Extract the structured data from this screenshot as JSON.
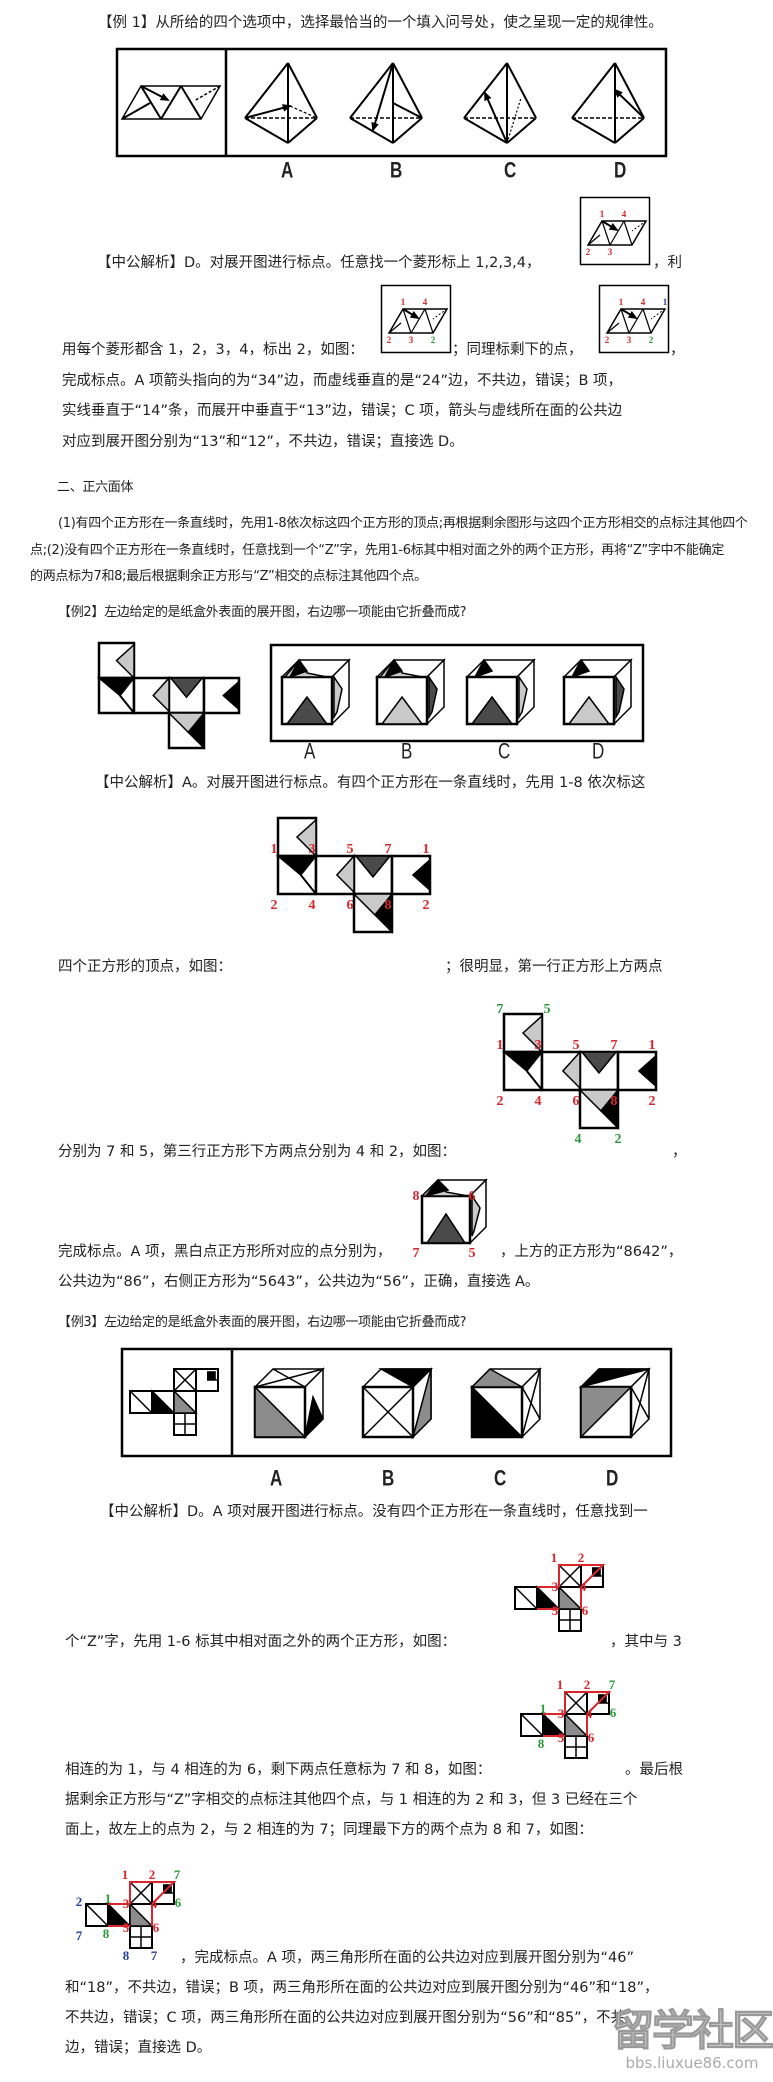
{
  "ex1": {
    "title": "【例 1】从所给的四个选项中，选择最恰当的一个填入问号处，使之呈现一定的规律性。",
    "options": [
      "A",
      "B",
      "C",
      "D"
    ],
    "analysis": [
      "【中公解析】D。对展开图进行标点。任意找一个菱形标上 1,2,3,4，",
      "，利",
      "用每个菱形都含 1，2，3，4，标出 2，如图：",
      "；同理标剩下的点，",
      "，",
      "完成标点。A 项箭头指向的为“34”边，而虚线垂直的是“24”边，不共边，错误；B 项，",
      "实线垂直于“14”条，而展开中垂直于“13”边，错误；C 项，箭头与虚线所在面的公共边",
      "对应到展开图分别为“13”和“12”，不共边，错误；直接选 D。"
    ],
    "fig_labels": {
      "red": [
        "1",
        "4",
        "2",
        "3"
      ],
      "green": "2",
      "blue": "1"
    }
  },
  "section2": {
    "heading": "二、正六面体",
    "rules": [
      "(1)有四个正方形在一条直线时，先用1-8依次标这四个正方形的顶点;再根据剩余图形与这四个正方形相交的点标注其他四个",
      "点;(2)没有四个正方形在一条直线时，任意找到一个“Z”字，先用1-6标其中相对面之外的两个正方形，再将“Z”字中不能确定",
      "的两点标为7和8;最后根据剩余正方形与“Z”相交的点标注其他四个点。"
    ]
  },
  "ex2": {
    "title": "【例2】左边给定的是纸盒外表面的展开图，右边哪一项能由它折叠而成?",
    "options": [
      "A",
      "B",
      "C",
      "D"
    ],
    "analysis": [
      "【中公解析】A。对展开图进行标点。有四个正方形在一条直线时，先用 1-8 依次标这",
      "四个正方形的顶点，如图：",
      "；很明显，第一行正方形上方两点",
      "分别为 7 和 5，第三行正方形下方两点分别为 4 和 2，如图：",
      "，",
      "完成标点。A 项，黑白点正方形所对应的点分别为，",
      "，上方的正方形为“8642”，",
      "公共边为“86”，右侧正方形为“5643”，公共边为“56”，正确，直接选 A。"
    ],
    "net_labels_top": [
      "1",
      "3",
      "5",
      "7",
      "1"
    ],
    "net_labels_bottom": [
      "2",
      "4",
      "6",
      "8",
      "2"
    ],
    "net_labels_green": [
      "7",
      "5",
      "4",
      "2"
    ],
    "cube_labels": [
      "8",
      "6",
      "7",
      "5"
    ]
  },
  "ex3": {
    "title": "【例3】左边给定的是纸盒外表面的展开图，右边哪一项能由它折叠而成?",
    "options": [
      "A",
      "B",
      "C",
      "D"
    ],
    "analysis": [
      "【中公解析】D。A 项对展开图进行标点。没有四个正方形在一条直线时，任意找到一",
      "个“Z”字，先用 1-6 标其中相对面之外的两个正方形，如图：",
      "，其中与 3",
      "相连的为 1，与 4 相连的为 6，剩下两点任意标为 7 和 8，如图：",
      "。最后根",
      "据剩余正方形与“Z”字相交的点标注其他四个点，与 1 相连的为 2 和 3，但 3 已经在三个",
      "面上，故左上的点为 2，与 2 相连的为 7；同理最下方的两个点为 8 和 7，如图：",
      "，完成标点。A 项，两三角形所在面的公共边对应到展开图分别为“46”",
      "和“18”，不共边，错误；B 项，两三角形所在面的公共边对应到展开图分别为“46”和“18”，",
      "不共边，错误；C 项，两三角形所在面的公共边对应到展开图分别为“56”和“85”，不共",
      "边，错误；直接选 D。"
    ],
    "red_labels": [
      "1",
      "2",
      "3",
      "4",
      "5",
      "6"
    ],
    "green_labels": [
      "7",
      "6",
      "1",
      "8"
    ],
    "blue_labels": [
      "2",
      "7",
      "8",
      "7"
    ]
  },
  "watermark": {
    "logo": "留学社区",
    "url": "bbs.liuxue86.com"
  },
  "colors": {
    "red": "#d9262c",
    "green": "#2a9a3a",
    "blue": "#2b3d9a",
    "gray": "#8c8c8c",
    "wavy": "#c9c9c9",
    "diamond": "#4a4a4a"
  }
}
